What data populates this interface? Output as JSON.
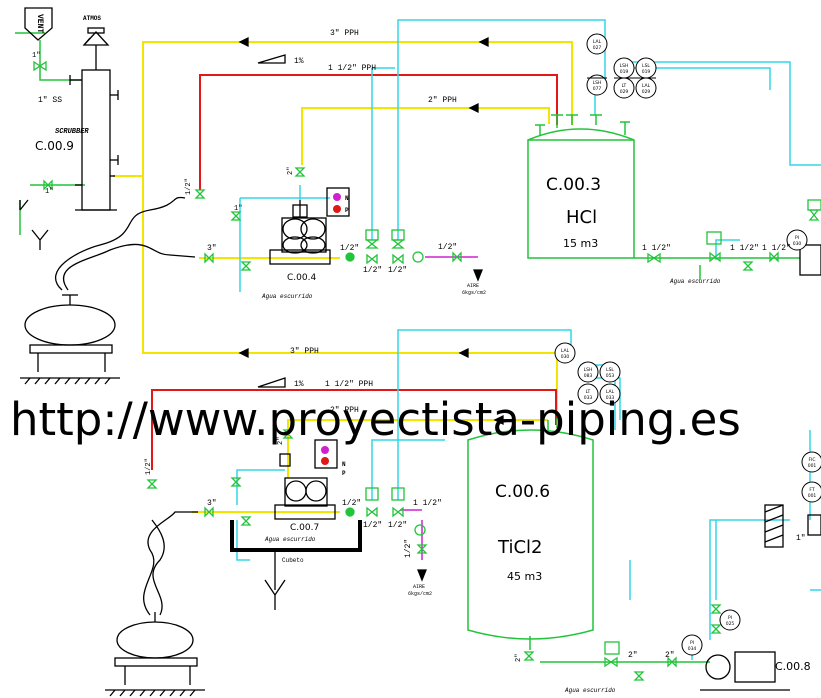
{
  "colors": {
    "yellow": "#f2e600",
    "red": "#e01818",
    "cyan": "#33d6e6",
    "green": "#22c43a",
    "magenta": "#d020d0",
    "black": "#000000"
  },
  "labels": {
    "vent_tag": "VENT",
    "atmos_top": "ATMOS",
    "scrubber": "SCRUBBER",
    "scrubber_tag": "C.00.9",
    "pipe_1ss": "1\" SS",
    "v_1in_a": "1\"",
    "v_1in_b": "1\"",
    "v_1in_c": "1\"",
    "half_a": "1/2\"",
    "half_b": "1/2\"",
    "pph3_top": "3\" PPH",
    "pct_top": "1%",
    "pph112_top": "1 1/2\" PPH",
    "pph2_top": "2\" PPH",
    "tank1_tag": "C.00.3",
    "tank1_content": "HCl",
    "tank1_vol": "15 m3",
    "pump1_tag": "C.00.4",
    "agua1": "Agua escurrido",
    "agua1b": "Agua escurrido",
    "aire1": "AIRE",
    "aire1_p": "6kgs/cm2",
    "v3in_a": "3\"",
    "v2in_a": "2\"",
    "v3in_b": "3\"",
    "v112_a": "1 1/2\"",
    "v112_b": "1 1/2\"",
    "v112_c": "1 1/2\"",
    "half_c": "1/2\"",
    "half_d": "1/2\"",
    "half_e": "1/2\"",
    "half_f": "1/2\"",
    "n_lbl": "N",
    "p_lbl": "P",
    "pph3_mid": "3\" PPH",
    "pct_mid": "1%",
    "pph112_mid": "1 1/2\" PPH",
    "pph2_mid": "2\" PPH",
    "tank2_tag": "C.00.6",
    "tank2_content": "TiCl2",
    "tank2_vol": "45 m3",
    "pump2_tag": "C.00.7",
    "agua2": "Agua escurrido",
    "agua3": "Agua escurrido",
    "cubeto": "Cubeto",
    "aire2": "AIRE",
    "aire2_p": "6kgs/cm2",
    "pump3_tag": "C.00.8",
    "v2in_b": "2\"",
    "v2in_c": "2\"",
    "v2in_d": "2\"",
    "v3in_c": "3\"",
    "v112_d": "1 1/2\"",
    "half_g": "1/2\"",
    "half_h": "1/2\"",
    "half_i": "1/2\"",
    "half_j": "1/2\"",
    "one_in_right": "1\"",
    "inst": {
      "lal_027": [
        "LAL",
        "027"
      ],
      "lsh_019": [
        "LSH",
        "019"
      ],
      "lsl_019": [
        "LSL",
        "019"
      ],
      "lsh_077": [
        "LSH",
        "077"
      ],
      "lt_029": [
        "LT",
        "029"
      ],
      "lal_029": [
        "LAL",
        "029"
      ],
      "pi_030": [
        "PI",
        "030"
      ],
      "fic_1": [
        "FIC",
        "001"
      ],
      "lal_2": [
        "LAL",
        "030"
      ],
      "lsh_2": [
        "LSH",
        "083"
      ],
      "lsl_2": [
        "LSL",
        "053"
      ],
      "lt_2": [
        "LT",
        "033"
      ],
      "lal_2b": [
        "LAL",
        "033"
      ],
      "fic_2": [
        "FIC",
        "001"
      ],
      "ft_2": [
        "FT",
        "001"
      ],
      "pi_2": [
        "PI",
        "034"
      ],
      "pi_3": [
        "PI",
        "025"
      ]
    }
  },
  "watermark": "http://www.proyectista-piping.es"
}
